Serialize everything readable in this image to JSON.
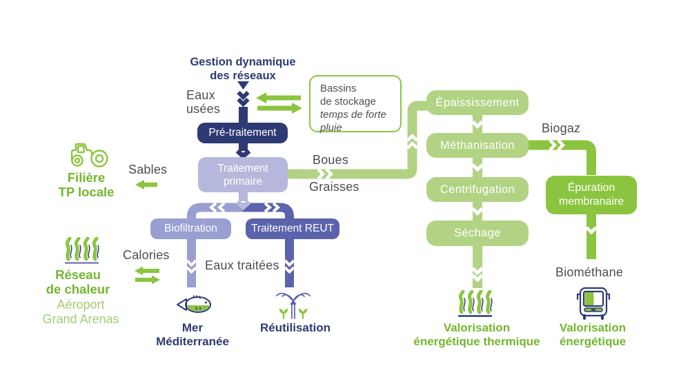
{
  "diagram": {
    "title": {
      "line1": "Gestion dynamique",
      "line2": "des réseaux"
    },
    "boxes": {
      "bassins": {
        "line1": "Bassins",
        "line2": "de stockage",
        "line3": "temps de forte",
        "line4": "pluie"
      },
      "pre_traitement": "Pré-traitement",
      "traitement_primaire": {
        "line1": "Traitement",
        "line2": "primaire"
      },
      "biofiltration": "Biofiltration",
      "traitement_reut": "Traitement REUT",
      "epaississement": "Épaississement",
      "methanisation": "Méthanisation",
      "centrifugation": "Centrifugation",
      "sechage": "Séchage",
      "epuration_membranaire": {
        "line1": "Épuration",
        "line2": "membranaire"
      }
    },
    "flow_labels": {
      "eaux_usees": {
        "line1": "Eaux",
        "line2": "usées"
      },
      "sables": "Sables",
      "boues": "Boues",
      "graisses": "Graisses",
      "biogaz": "Biogaz",
      "calories": "Calories",
      "eaux_traitees": "Eaux traitées",
      "biomethane": "Biométhane"
    },
    "endpoints": {
      "filiere_tp": {
        "line1": "Filière",
        "line2": "TP locale"
      },
      "reseau_chaleur": {
        "line1": "Réseau",
        "line2": "de chaleur"
      },
      "aeroport": {
        "line1": "Aéroport",
        "line2": "Grand Arenas"
      },
      "mer_mediterranee": {
        "line1": "Mer",
        "line2": "Méditerranée"
      },
      "reutilisation": "Réutilisation",
      "valorisation_thermique": {
        "line1": "Valorisation",
        "line2": "énergétique thermique"
      },
      "valorisation_energetique": {
        "line1": "Valorisation",
        "line2": "énergétique"
      }
    },
    "icons": [
      "roller-tractor-icon",
      "heat-flames-icon",
      "fish-icon",
      "sprinkler-icon",
      "thermal-flames-icon",
      "bus-icon"
    ],
    "colors": {
      "navy": "#2d3a74",
      "lavender": "#b5b8db",
      "mid_purple": "#999fd0",
      "dark_purple": "#5b63ac",
      "light_green": "#b1d383",
      "bright_green": "#8bc53f",
      "green_text": "#74b62e",
      "light_green_text": "#a3cc74",
      "gray_text": "#4d4e50"
    }
  }
}
